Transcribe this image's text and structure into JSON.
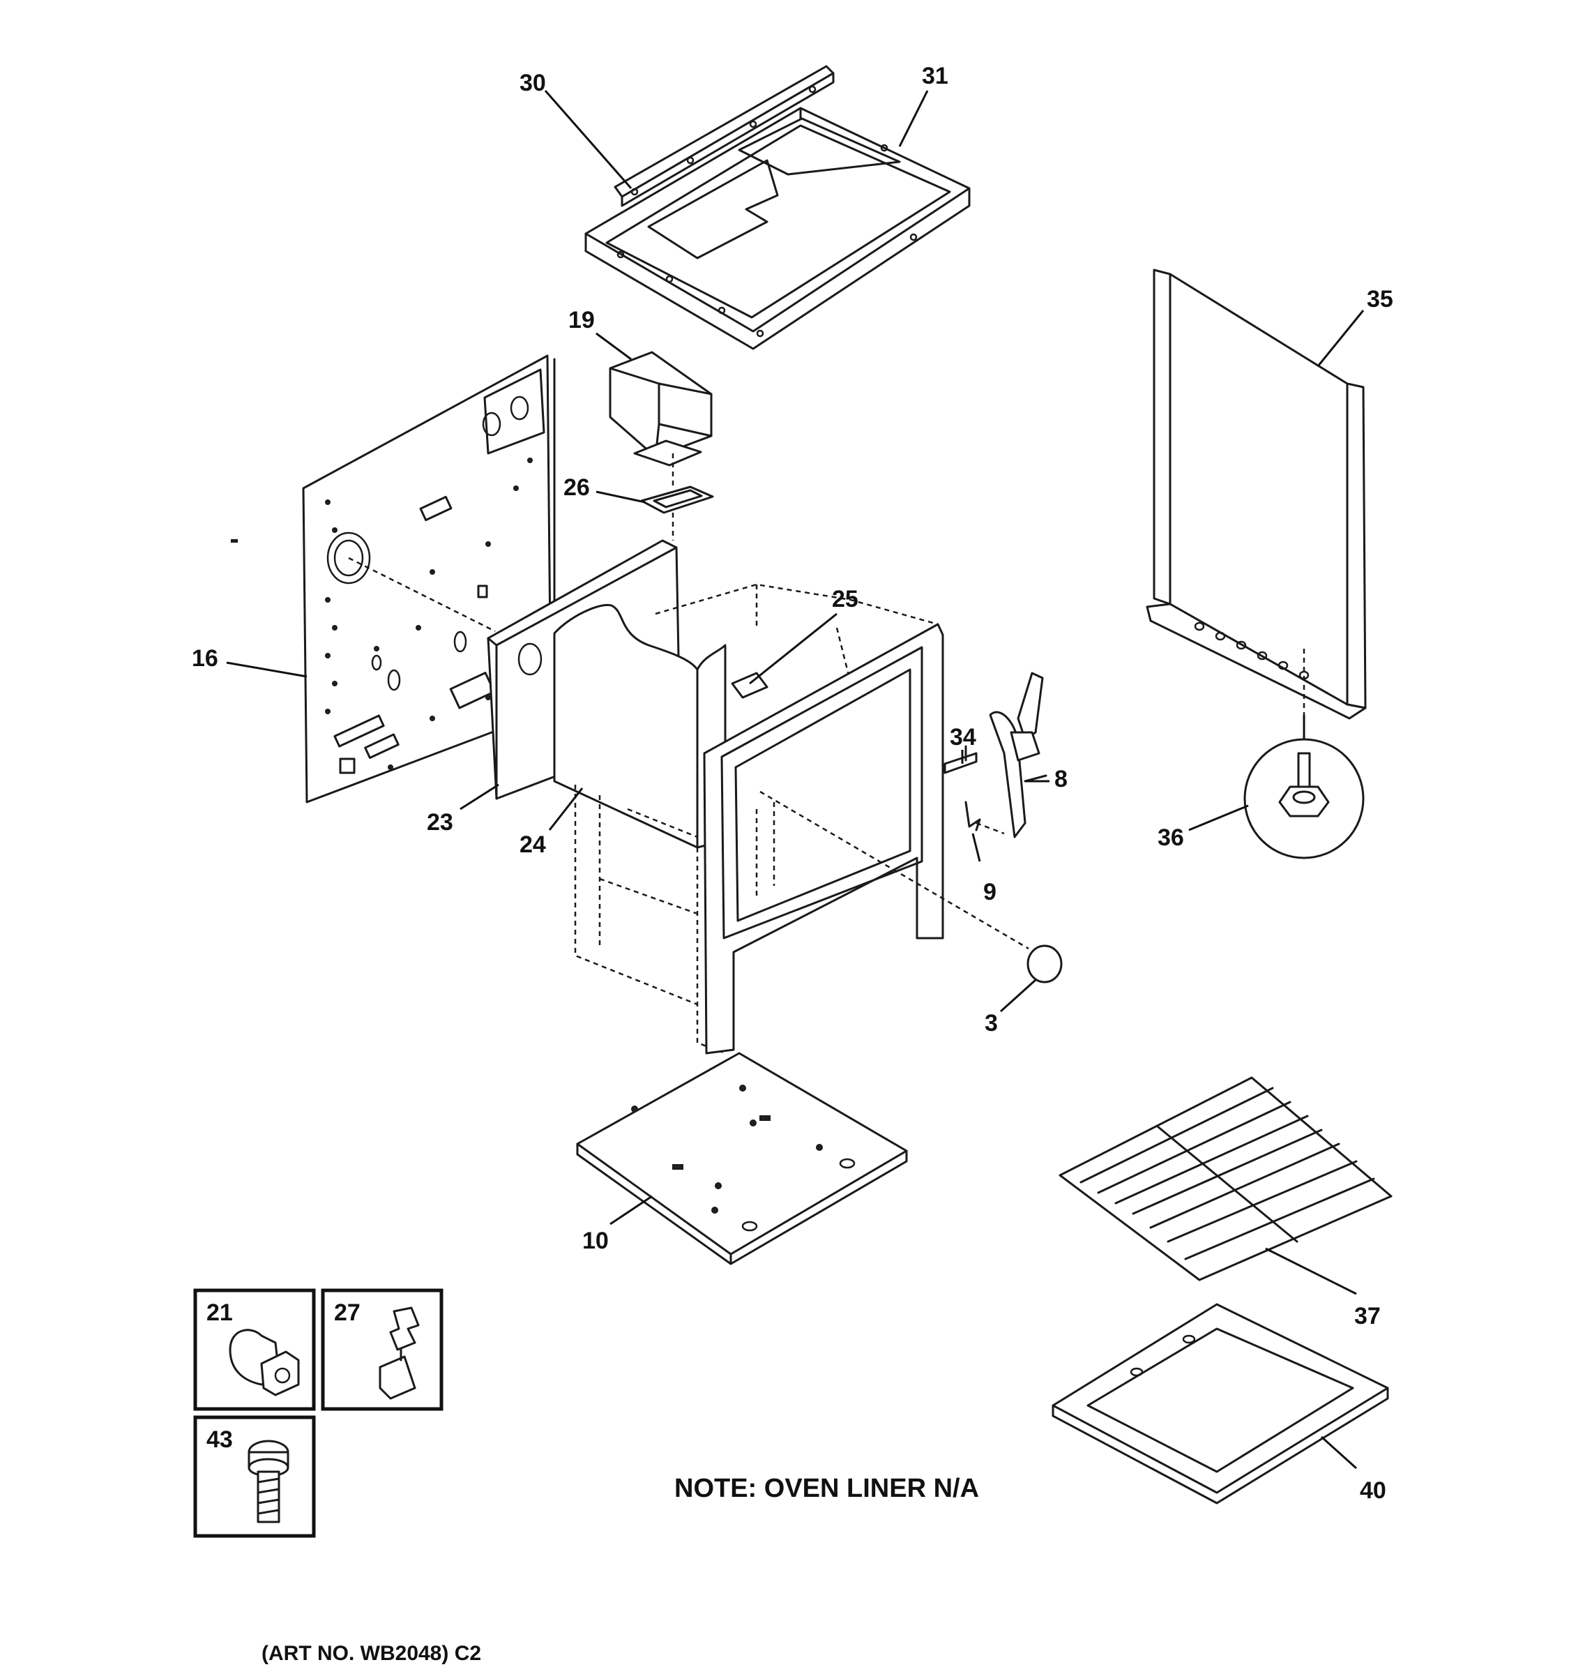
{
  "callouts": {
    "c30": "30",
    "c31": "31",
    "c19": "19",
    "c26": "26",
    "c35": "35",
    "c25": "25",
    "c16": "16",
    "c34": "34",
    "c8": "8",
    "c23": "23",
    "c24": "24",
    "c9": "9",
    "c36": "36",
    "c3": "3",
    "c10": "10",
    "c37": "37",
    "c21": "21",
    "c27": "27",
    "c43": "43",
    "c40": "40"
  },
  "note": "NOTE: OVEN LINER N/A",
  "art_no": "(ART NO. WB2048) C2"
}
